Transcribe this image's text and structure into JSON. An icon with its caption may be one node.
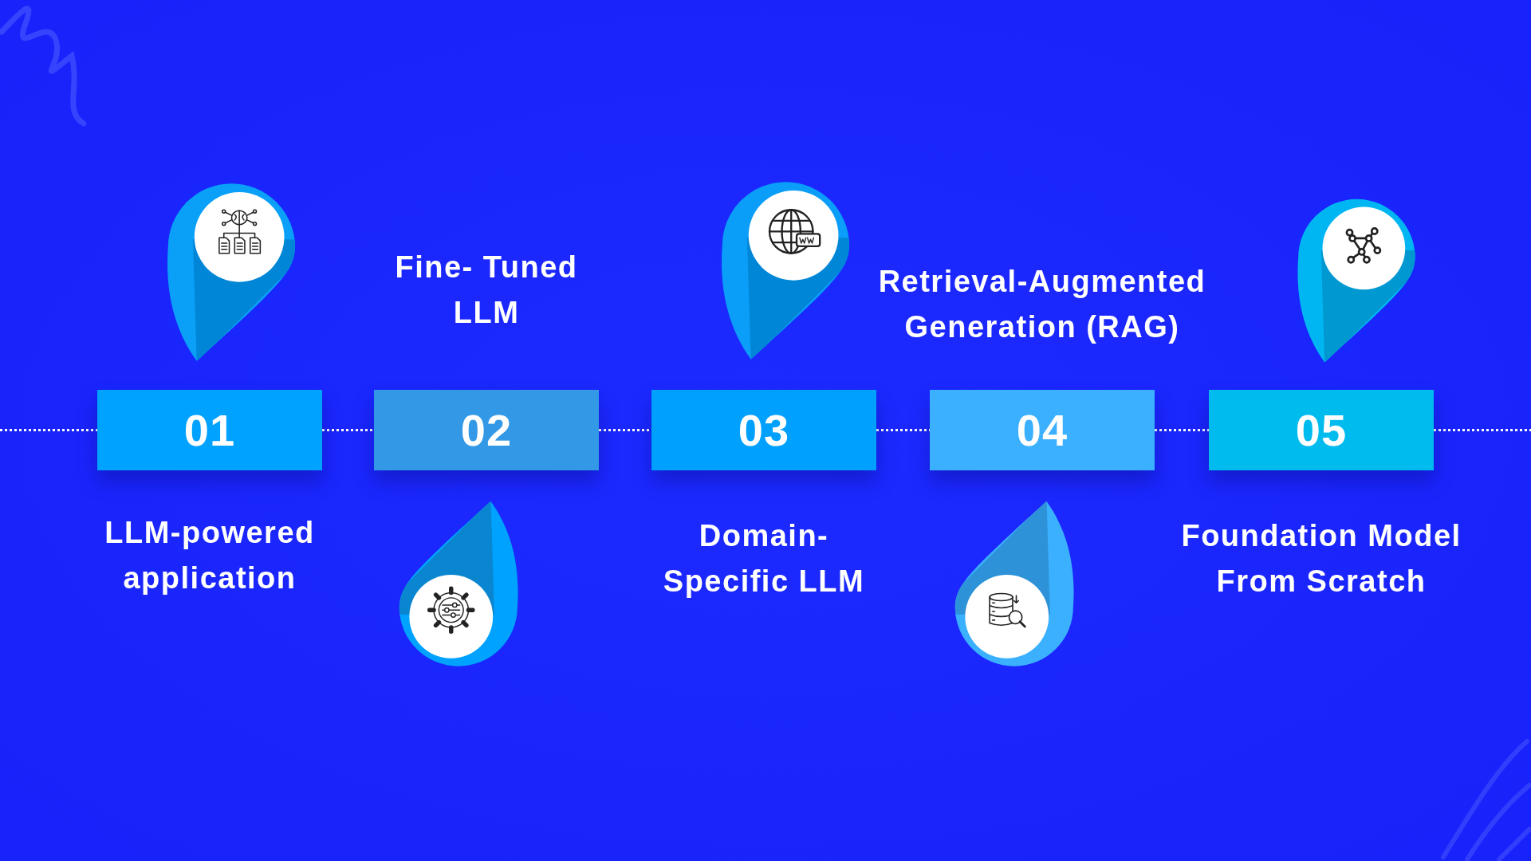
{
  "diagram": {
    "nodes": [
      {
        "text": [
          "01"
        ],
        "beside": [
          "LLM-powered application"
        ]
      },
      {
        "text": [
          "02"
        ],
        "beside": [
          "Fine- Tuned LLM"
        ]
      },
      {
        "text": [
          "03"
        ],
        "beside": [
          "Domain- Specific LLM"
        ]
      },
      {
        "text": [
          "04"
        ],
        "beside": [
          "Retrieval-Augmented Generation (RAG)"
        ]
      },
      {
        "text": [
          "05"
        ],
        "beside": [
          "Foundation Model From Scratch"
        ]
      }
    ],
    "edges": [
      {
        "from": null,
        "to": 0,
        "arrow": "none",
        "style": "dashed"
      },
      {
        "from": 0,
        "to": 1,
        "arrow": "none",
        "style": "dashed"
      },
      {
        "from": 1,
        "to": 2,
        "arrow": "none",
        "style": "dashed"
      },
      {
        "from": 2,
        "to": 3,
        "arrow": "none",
        "style": "dashed"
      },
      {
        "from": 3,
        "to": 4,
        "arrow": "none",
        "style": "dashed"
      },
      {
        "from": 4,
        "to": null,
        "arrow": "none",
        "style": "dashed"
      }
    ]
  }
}
